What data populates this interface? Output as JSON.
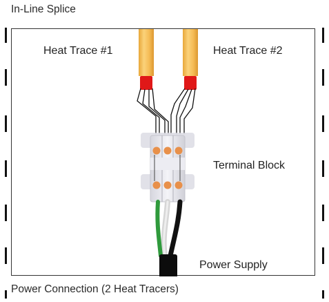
{
  "diagram": {
    "title": "In-Line Splice",
    "caption": "Power Connection (2 Heat Tracers)",
    "labels": {
      "heat_trace_1": "Heat Trace #1",
      "heat_trace_2": "Heat Trace #2",
      "terminal_block": "Terminal Block",
      "power_supply": "Power Supply"
    },
    "colors": {
      "heat_trace_cable": "#f5c15a",
      "heat_trace_end_cap": "#e01818",
      "terminal_block": "#e2e2ea",
      "terminal_screw": "#e8904a",
      "ground_wire": "#2f9a3c",
      "neutral_wire": "#d8d8d8",
      "hot_wire": "#111111",
      "power_cable_jacket": "#0c0c0c"
    }
  }
}
